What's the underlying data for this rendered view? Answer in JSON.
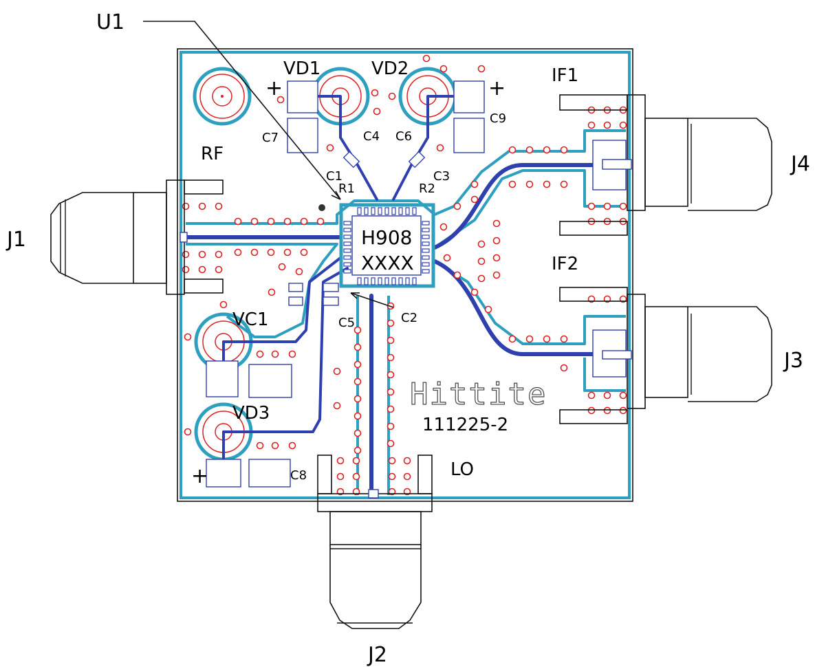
{
  "labels": {
    "u1": "U1",
    "vd1": "VD1",
    "vd2": "VD2",
    "rf": "RF",
    "if1": "IF1",
    "if2": "IF2",
    "vc1": "VC1",
    "vd3": "VD3",
    "lo": "LO",
    "j1": "J1",
    "j2": "J2",
    "j3": "J3",
    "j4": "J4",
    "c1": "C1",
    "c2": "C2",
    "c3": "C3",
    "c4": "C4",
    "c5": "C5",
    "c6": "C6",
    "c7": "C7",
    "c8": "C8",
    "c9": "C9",
    "r1": "R1",
    "r2": "R2",
    "plus1": "+",
    "plus2": "+",
    "plus3": "+"
  },
  "chip": {
    "line1": "H908",
    "line2": "XXXX"
  },
  "board": {
    "logo": "Hittite",
    "number": "111225-2"
  },
  "colors": {
    "trace": "#2e3fae",
    "copper": "#2f9fbf",
    "via": "#e02020",
    "outline": "#111111"
  }
}
